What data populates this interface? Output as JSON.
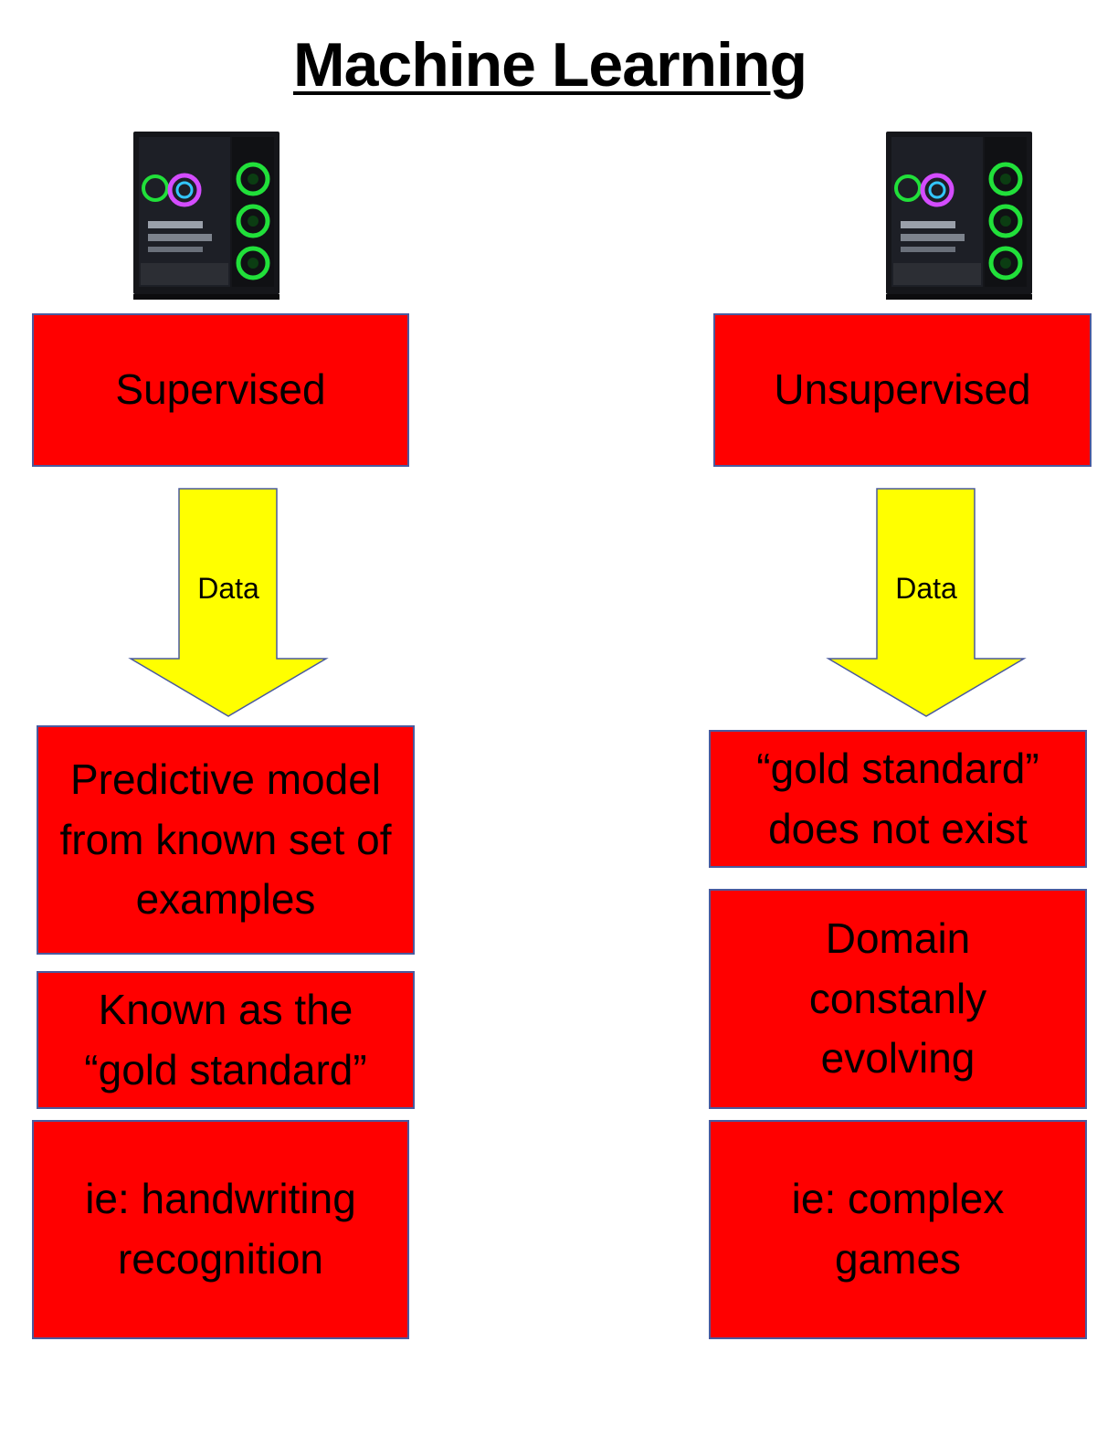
{
  "title": "Machine Learning",
  "colors": {
    "box_fill": "#ff0000",
    "box_border": "#4a5a9e",
    "arrow_fill": "#ffff00"
  },
  "icons": [
    "computer-tower-icon",
    "computer-tower-icon"
  ],
  "left": {
    "header": "Supervised",
    "arrow_label": "Data",
    "boxes": [
      "Predictive model from known set of examples",
      "Known as the “gold standard”",
      "ie: handwriting recognition"
    ]
  },
  "right": {
    "header": "Unsupervised",
    "arrow_label": "Data",
    "boxes": [
      "“gold standard” does not exist",
      "Domain constanly evolving",
      "ie: complex games"
    ]
  }
}
